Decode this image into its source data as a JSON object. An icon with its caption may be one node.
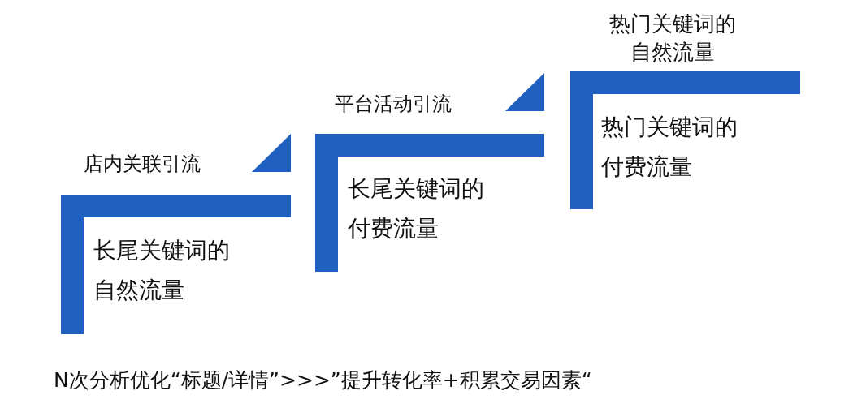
{
  "diagram": {
    "caption": "N次分析优化“标题/详情”>>>”提升转化率+积累交易因素“",
    "nodes": [
      {
        "text": [
          "店内关联引流",
          "长尾关键词的自然流量"
        ]
      },
      {
        "text": [
          "平台活动引流",
          "长尾关键词的付费流量"
        ]
      },
      {
        "text": [
          "热门关键词的自然流量",
          "热门关键词的付费流量"
        ]
      }
    ],
    "edges": []
  }
}
